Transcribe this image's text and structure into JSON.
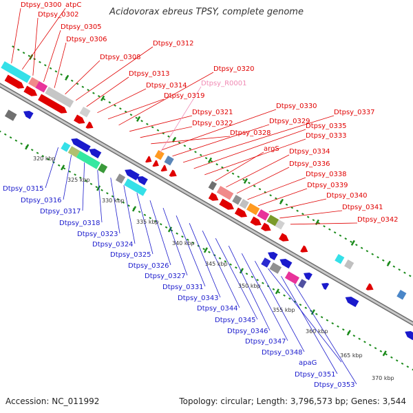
{
  "title": "Acidovorax ebreus TPSY, complete genome",
  "accession": "Accession: NC_011992",
  "summary": "Topology: circular; Length: 3,796,573 bp; Genes: 3,544",
  "colors": {
    "forward": "#e00000",
    "reverse": "#1a1acc",
    "rna": "#f08ab4",
    "backbone": "#8a8a8a",
    "dots": "#1a8a1a"
  },
  "ticks": [
    "320 kbp",
    "325 kbp",
    "330 kbp",
    "335 kbp",
    "340 kbp",
    "345 kbp",
    "350 kbp",
    "355 kbp",
    "360 kbp",
    "365 kbp",
    "370 kbp"
  ],
  "forward_labels": [
    "Dtpsy_0300",
    "atpC",
    "Dtpsy_0302",
    "Dtpsy_0305",
    "Dtpsy_0306",
    "Dtpsy_0308",
    "Dtpsy_0312",
    "Dtpsy_0313",
    "Dtpsy_0314",
    "Dtpsy_0319",
    "Dtpsy_0320",
    "Dtpsy_0321",
    "Dtpsy_0322",
    "Dtpsy_0328",
    "Dtpsy_0330",
    "Dtpsy_0329",
    "Dtpsy_0337",
    "Dtpsy_0335",
    "Dtpsy_0333",
    "argS",
    "Dtpsy_0334",
    "Dtpsy_0336",
    "Dtpsy_0338",
    "Dtpsy_0339",
    "Dtpsy_0340",
    "Dtpsy_0341",
    "Dtpsy_0342"
  ],
  "rna_labels": [
    "Dtpsy_R0001"
  ],
  "reverse_labels": [
    "Dtpsy_0315",
    "Dtpsy_0316",
    "Dtpsy_0317",
    "Dtpsy_0318",
    "Dtpsy_0323",
    "Dtpsy_0324",
    "Dtpsy_0325",
    "Dtpsy_0326",
    "Dtpsy_0327",
    "Dtpsy_0331",
    "Dtpsy_0343",
    "Dtpsy_0344",
    "Dtpsy_0345",
    "Dtpsy_0346",
    "Dtpsy_0347",
    "Dtpsy_0348",
    "apaG",
    "Dtpsy_0351",
    "Dtpsy_0353"
  ]
}
